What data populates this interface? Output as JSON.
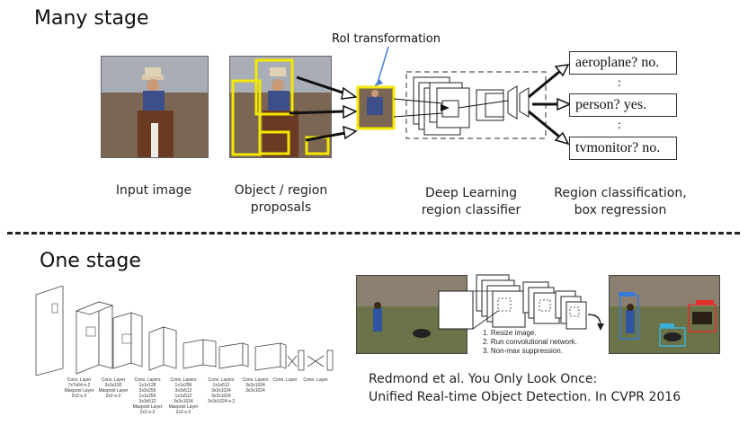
{
  "many_stage": {
    "title": "Many stage",
    "roi_label": "RoI transformation",
    "captions": {
      "input": "Input image",
      "proposals": "Object / region proposals",
      "classifier": "Deep Learning region classifier",
      "classification": "Region classification, box regression"
    },
    "outputs": [
      "aeroplane? no.",
      "person? yes.",
      "tvmonitor? no."
    ],
    "ellipsis": ":"
  },
  "one_stage": {
    "title": "One stage",
    "layer_labels": [
      "Conv. Layer\n7x7x64-s-2\nMaxpool Layer\n2x2-s-2",
      "Conv. Layer\n3x3x192\nMaxpool Layer\n2x2-s-2",
      "Conv. Layers\n1x1x128\n3x3x256\n1x1x256\n3x3x512\nMaxpool Layer\n2x2-s-2",
      "Conv. Layers\n1x1x256\n3x3x512\n1x1x512\n3x3x1024\nMaxpool Layer\n2x2-s-2",
      "Conv. Layers\n1x1x512\n3x3x1024\n3x3x1024\n3x3x1024-s-2",
      "Conv. Layers\n3x3x1024\n3x3x1024",
      "Conn. Layer",
      "Conn. Layer"
    ],
    "steps": [
      "1. Resize image.",
      "2. Run convolutional network.",
      "3. Non-max suppression."
    ],
    "citation": [
      "Redmond et al. You Only Look Once:",
      "Unified Real-time Object Detection. In CVPR 2016"
    ]
  },
  "colors": {
    "proposal_box": "#f3e800",
    "arrow_blue": "#4a7fd4",
    "det_person": "#3a7ad9",
    "det_dog": "#3ab0d9",
    "det_horse": "#e0302a"
  }
}
